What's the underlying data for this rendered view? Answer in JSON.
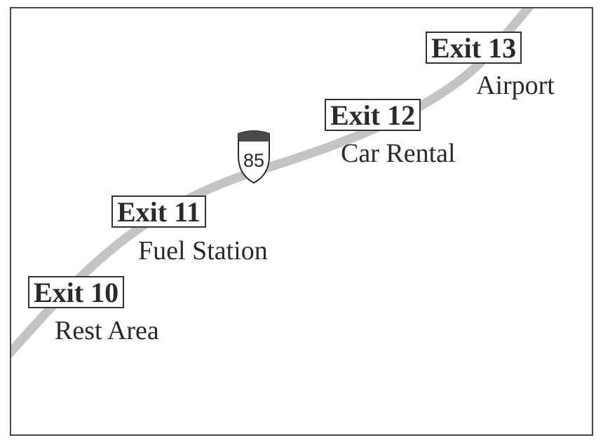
{
  "highway": {
    "shield_number": "85",
    "road_color": "#c4c4c4",
    "shield_top_color": "#4a4a4a"
  },
  "exits": [
    {
      "label": "Exit 10",
      "place": "Rest Area"
    },
    {
      "label": "Exit 11",
      "place": "Fuel Station"
    },
    {
      "label": "Exit 12",
      "place": "Car Rental"
    },
    {
      "label": "Exit 13",
      "place": "Airport"
    }
  ]
}
